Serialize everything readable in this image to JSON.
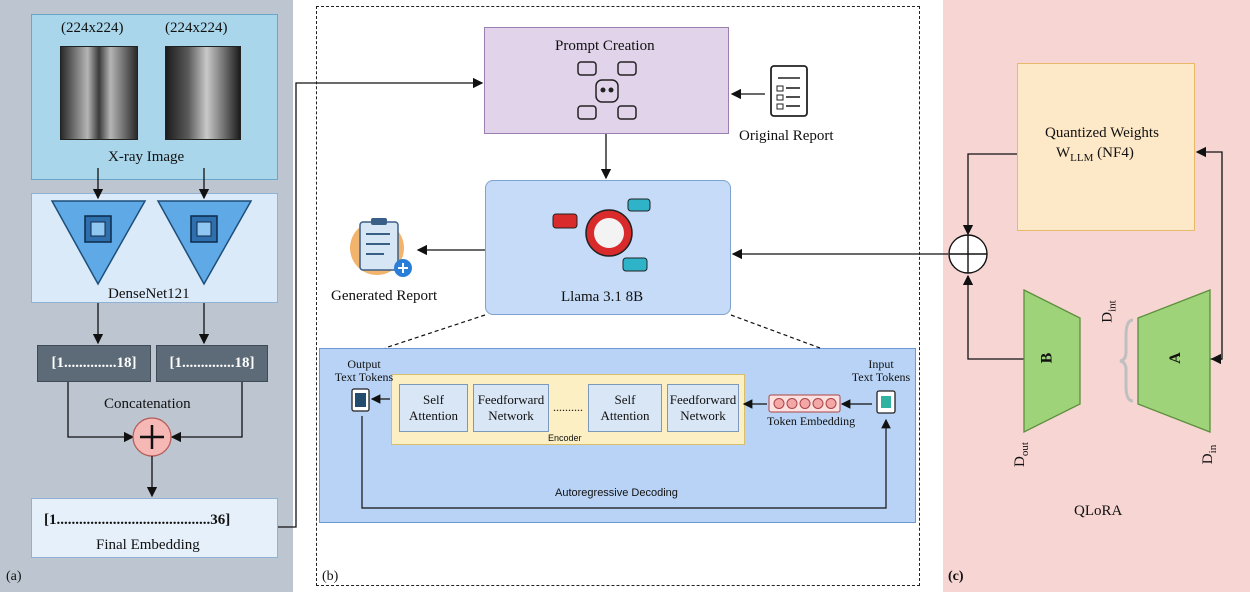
{
  "panel_a": {
    "res_left": "(224x224)",
    "res_right": "(224x224)",
    "xray_label": "X-ray Image",
    "densenet_label": "DenseNet121",
    "vec_left": "[1..............18]",
    "vec_right": "[1..............18]",
    "concat_label": "Concatenation",
    "final_vec": "[1.........................................36]",
    "final_label": "Final Embedding",
    "tag": "(a)"
  },
  "panel_b": {
    "prompt_label": "Prompt Creation",
    "original_report": "Original Report",
    "generated_report": "Generated Report",
    "llama_label": "Llama 3.1 8B",
    "output_tokens": "Output\nText Tokens",
    "input_tokens": "Input\nText Tokens",
    "self_attention": "Self\nAttention",
    "feedforward": "Feedforward\nNetwork",
    "dots": "..........",
    "encoder_label": "Encoder",
    "token_embedding": "Token Embedding",
    "autoregressive": "Autoregressive Decoding",
    "tag": "(b)"
  },
  "panel_c": {
    "qw_line1": "Quantized Weights",
    "qw_w": "W",
    "qw_sub": "LLM",
    "qw_suffix": " (NF4)",
    "b_label": "B",
    "a_label": "A",
    "d": "D",
    "d_int_sub": "int",
    "d_out_sub": "out",
    "d_in_sub": "in",
    "qlora": "QLoRA",
    "tag": "(c)"
  },
  "colors": {
    "panel_a_bg": "#bdc6d0",
    "panel_c_bg": "#f6d5d3",
    "prompt_bg": "#e0d3ea",
    "llama_bg": "#c5dbf7",
    "encoder_bg": "#fbefc3",
    "quant_bg": "#fde8c7",
    "lora_green": "#9fd37a"
  }
}
